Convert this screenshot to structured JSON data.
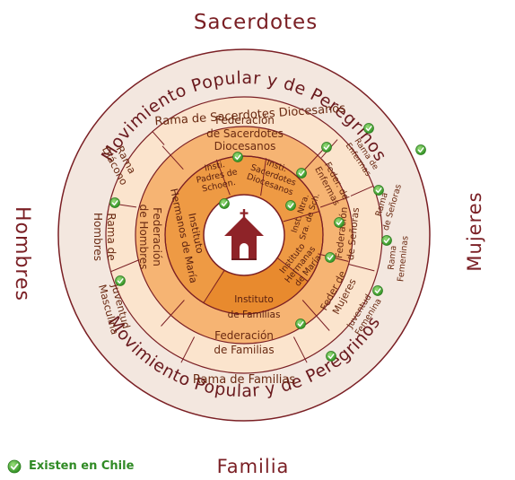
{
  "outer_labels": {
    "top": "Sacerdotes",
    "bottom": "Familia",
    "left": "Hombres",
    "right": "Mujeres"
  },
  "movement_ring": {
    "top": "Movimiento Popular y de Peregrinos",
    "bottom": "Movimiento Popular y de Peregrinos"
  },
  "ramas": {
    "sacerdotes": "Rama de Sacerdotes Diocesanos",
    "diaconos_l1": "Rama",
    "diaconos_l2": "Diácono",
    "hombres_l1": "Rama de",
    "hombres_l2": "Hombres",
    "juventud_m_l1": "Juventud",
    "juventud_m_l2": "Masculina",
    "familias": "Rama de Familias",
    "enfermas_l1": "Rama de",
    "enfermas_l2": "Enfermas",
    "senoras_l1": "Rama",
    "senoras_l2": "de Señoras",
    "femeninas_l1": "Rama",
    "femeninas_l2": "Femeninas",
    "juventud_f_l1": "Juventud",
    "juventud_f_l2": "Femenina"
  },
  "federaciones": {
    "sacerdotes_l1": "Federación",
    "sacerdotes_l2": "de Sacerdotes",
    "sacerdotes_l3": "Diocesanos",
    "hombres_l1": "Federación",
    "hombres_l2": "de Hombres",
    "familias_l1": "Federación",
    "familias_l2": "de Familias",
    "enfermas_l1": "Feder. de",
    "enfermas_l2": "Enfermas",
    "senoras_l1": "Federación",
    "senoras_l2": "de Señoras",
    "mujeres_l1": "Feder de",
    "mujeres_l2": "Mujeres"
  },
  "institutos": {
    "padres_l1": "Insti.",
    "padres_l2": "Padres de",
    "padres_l3": "Schoen.",
    "sacerdotes_l1": "Insti.",
    "sacerdotes_l2": "Sacerdotes",
    "sacerdotes_l3": "Diocesanos",
    "nsra_l1": "Inst. Ntra.",
    "nsra_l2": "Sra. de Sch.",
    "hermanas_l1": "Instituto",
    "hermanas_l2": "Hermanas",
    "hermanas_l3": "de María",
    "familias_l1": "Instituto",
    "familias_l2": "de Familias",
    "hermanos_l1": "Instituto",
    "hermanos_l2": "Hermanos de María"
  },
  "legend": {
    "label": "Existen en Chile"
  },
  "icons": {
    "center": "shrine-chapel-icon",
    "marker": "green-check-icon"
  },
  "colors": {
    "outer_ring": "#f3e7df",
    "ring_border": "#7a1f24",
    "rama_ring": "#fbe4cd",
    "federacion_ring": "#f6b473",
    "instituto_ring": "#ee9a44",
    "instituto_highlight": "#e88a2e",
    "shrine": "#8e2328",
    "label_dark": "#7a1f24",
    "label_brown": "#6a2a12",
    "check_green": "#3aa52c"
  }
}
